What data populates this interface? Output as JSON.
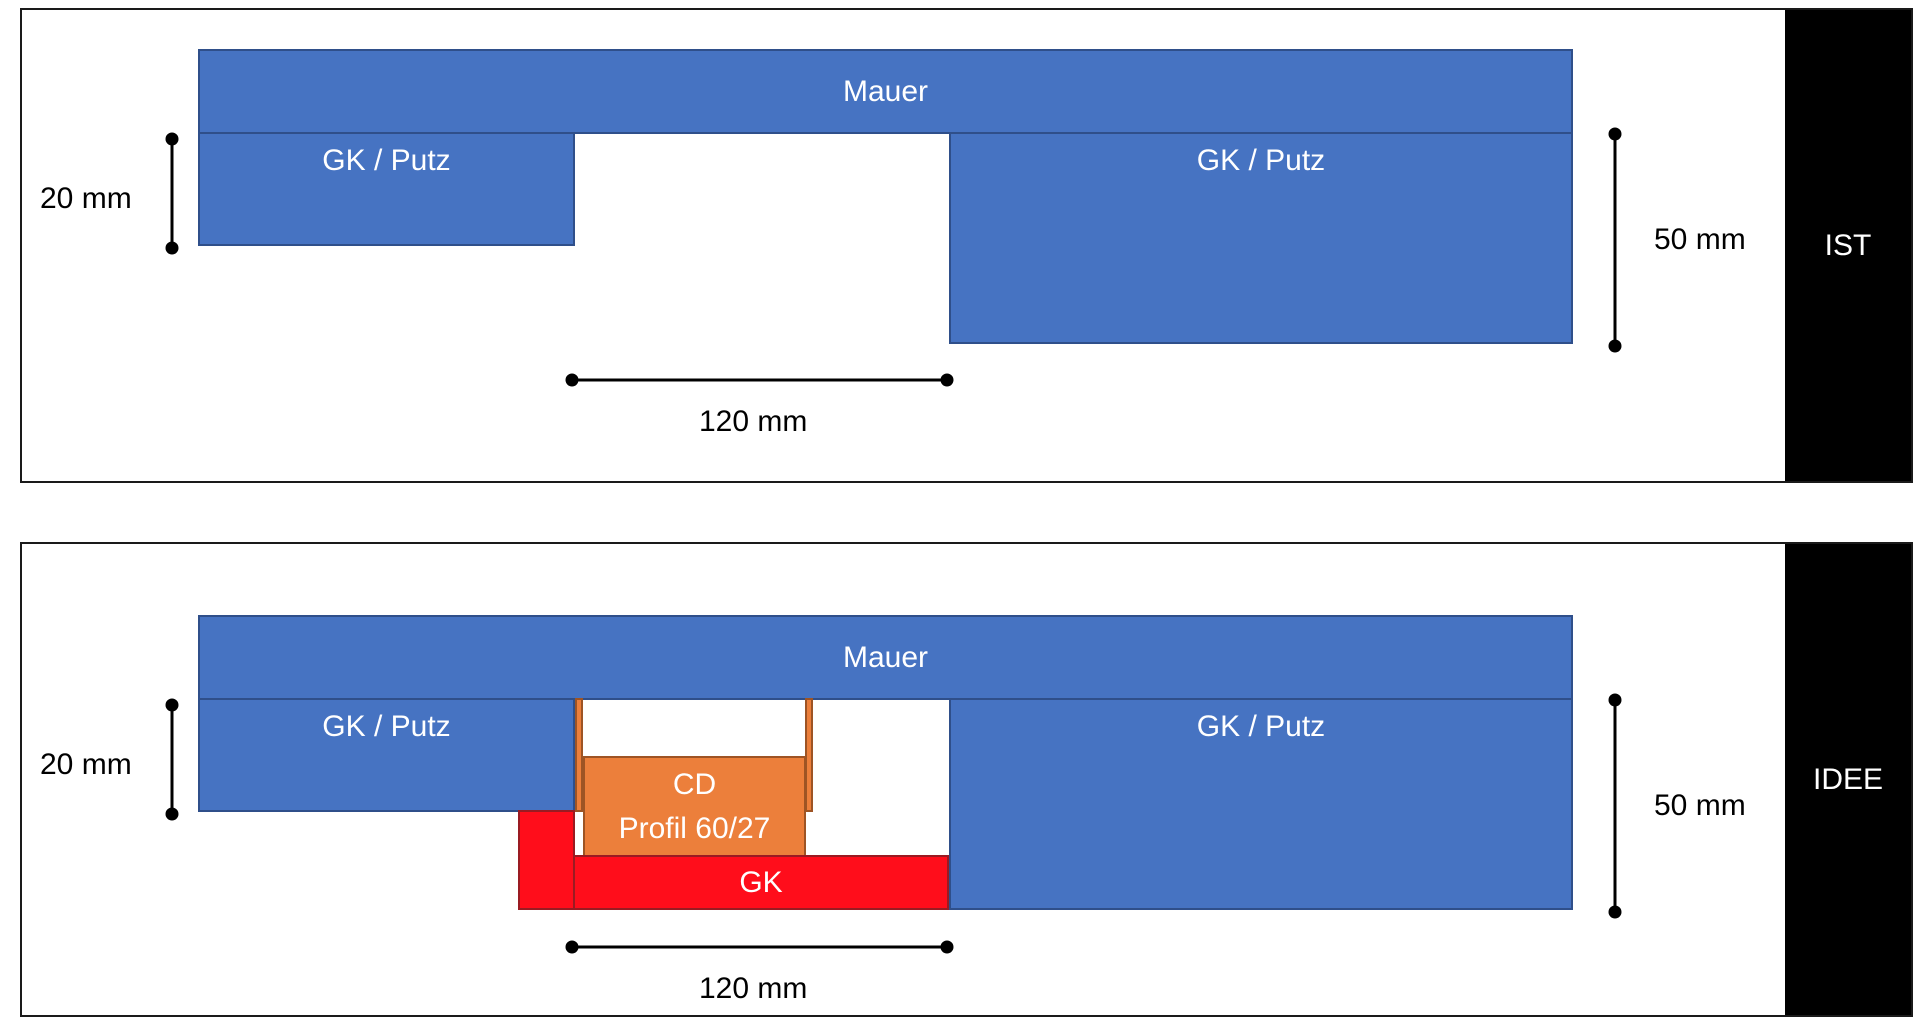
{
  "panels": [
    {
      "side_label": "IST",
      "wall_label": "Mauer",
      "left_board_label": "GK / Putz",
      "right_board_label": "GK / Putz",
      "dim_left": "20 mm",
      "dim_right": "50 mm",
      "dim_bottom": "120 mm"
    },
    {
      "side_label": "IDEE",
      "wall_label": "Mauer",
      "left_board_label": "GK / Putz",
      "right_board_label": "GK / Putz",
      "profile_label_line1": "CD",
      "profile_label_line2": "Profil 60/27",
      "gk_label": "GK",
      "dim_left": "20 mm",
      "dim_right": "50 mm",
      "dim_bottom": "120 mm"
    }
  ],
  "colors": {
    "wall_blue": "#4673c2",
    "profile_orange": "#ec7f3b",
    "gk_red": "#ff0d1b",
    "side_black": "#000000"
  }
}
